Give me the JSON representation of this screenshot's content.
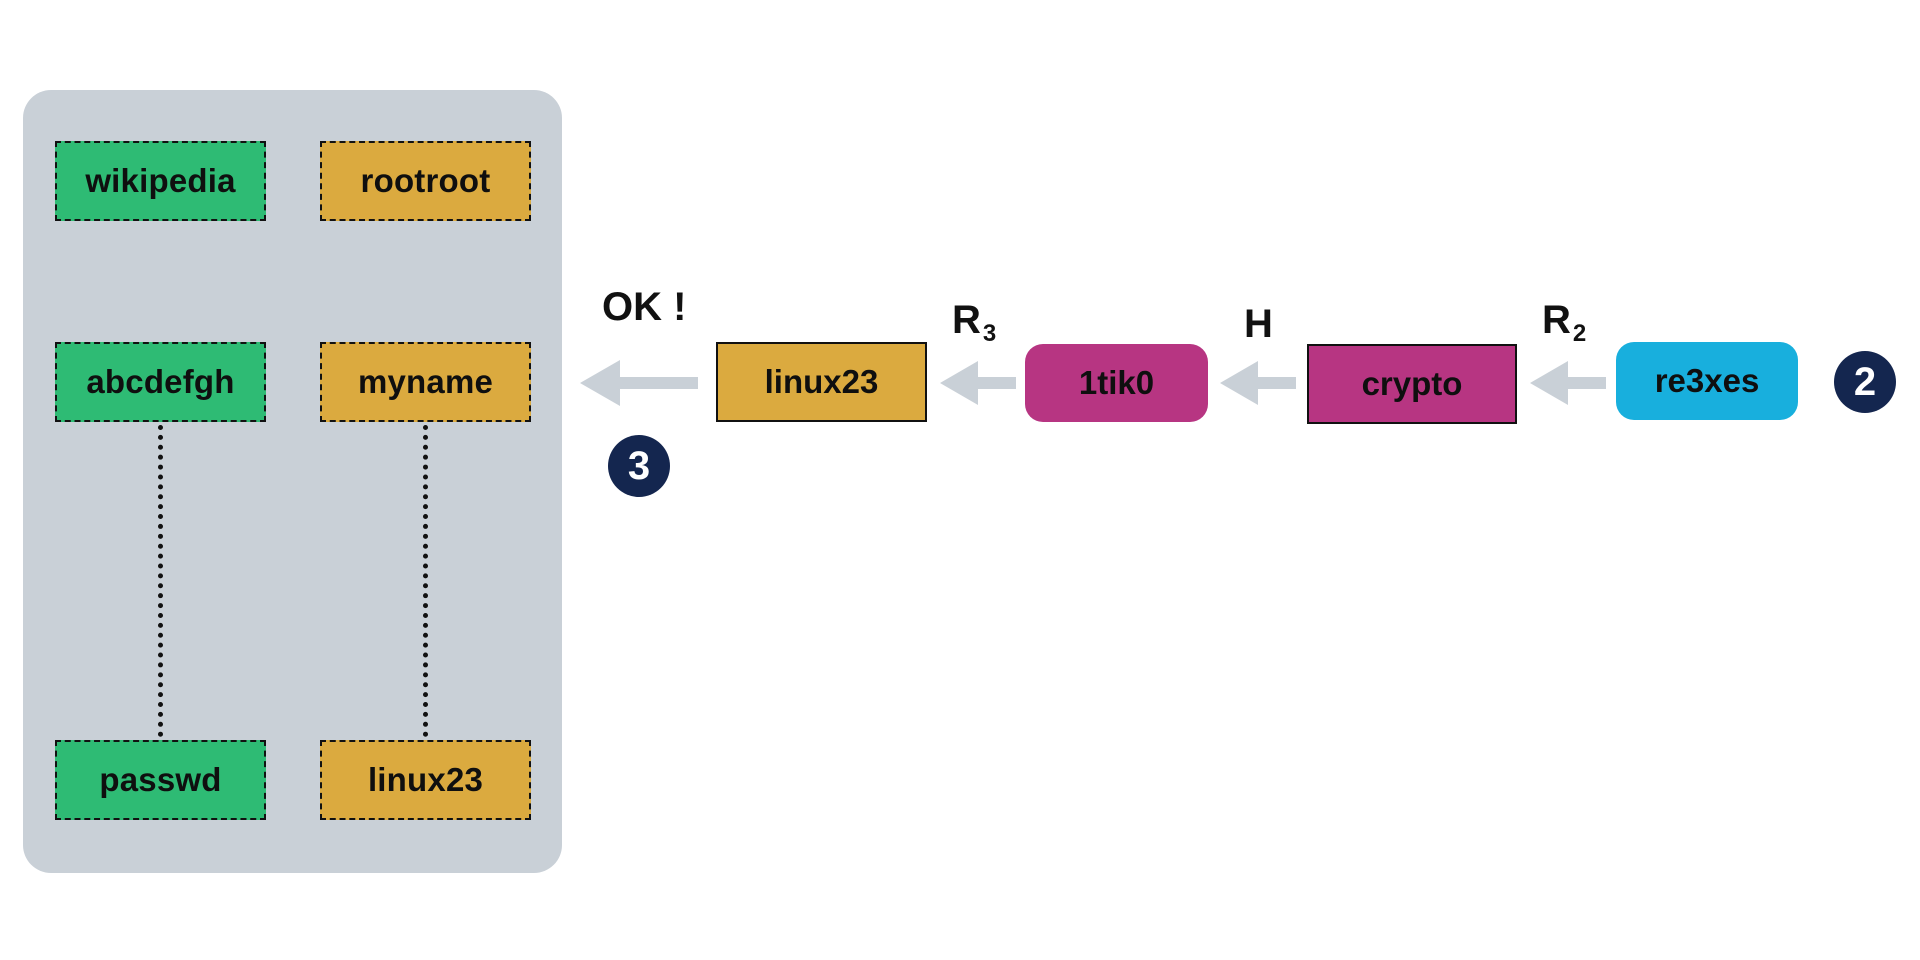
{
  "colors": {
    "panel": "#c9d0d7",
    "green": "#2ebb74",
    "gold": "#dbaa3f",
    "magenta": "#b73582",
    "cyan": "#18afdd",
    "navy": "#14264f",
    "arrow": "#c9d0d7"
  },
  "table": {
    "rows": [
      {
        "left": "wikipedia",
        "right": "rootroot"
      },
      {
        "left": "abcdefgh",
        "right": "myname"
      },
      {
        "left": "passwd",
        "right": "linux23"
      }
    ]
  },
  "chain": {
    "nodes": {
      "start": "re3xes",
      "hashed": "crypto",
      "reduced": "1tik0",
      "found": "linux23"
    },
    "steps": {
      "r2": {
        "letter": "R",
        "sub": "2"
      },
      "h": {
        "letter": "H"
      },
      "r3": {
        "letter": "R",
        "sub": "3"
      }
    },
    "ok_label": "OK !"
  },
  "badges": {
    "step_two": "2",
    "step_three": "3"
  }
}
